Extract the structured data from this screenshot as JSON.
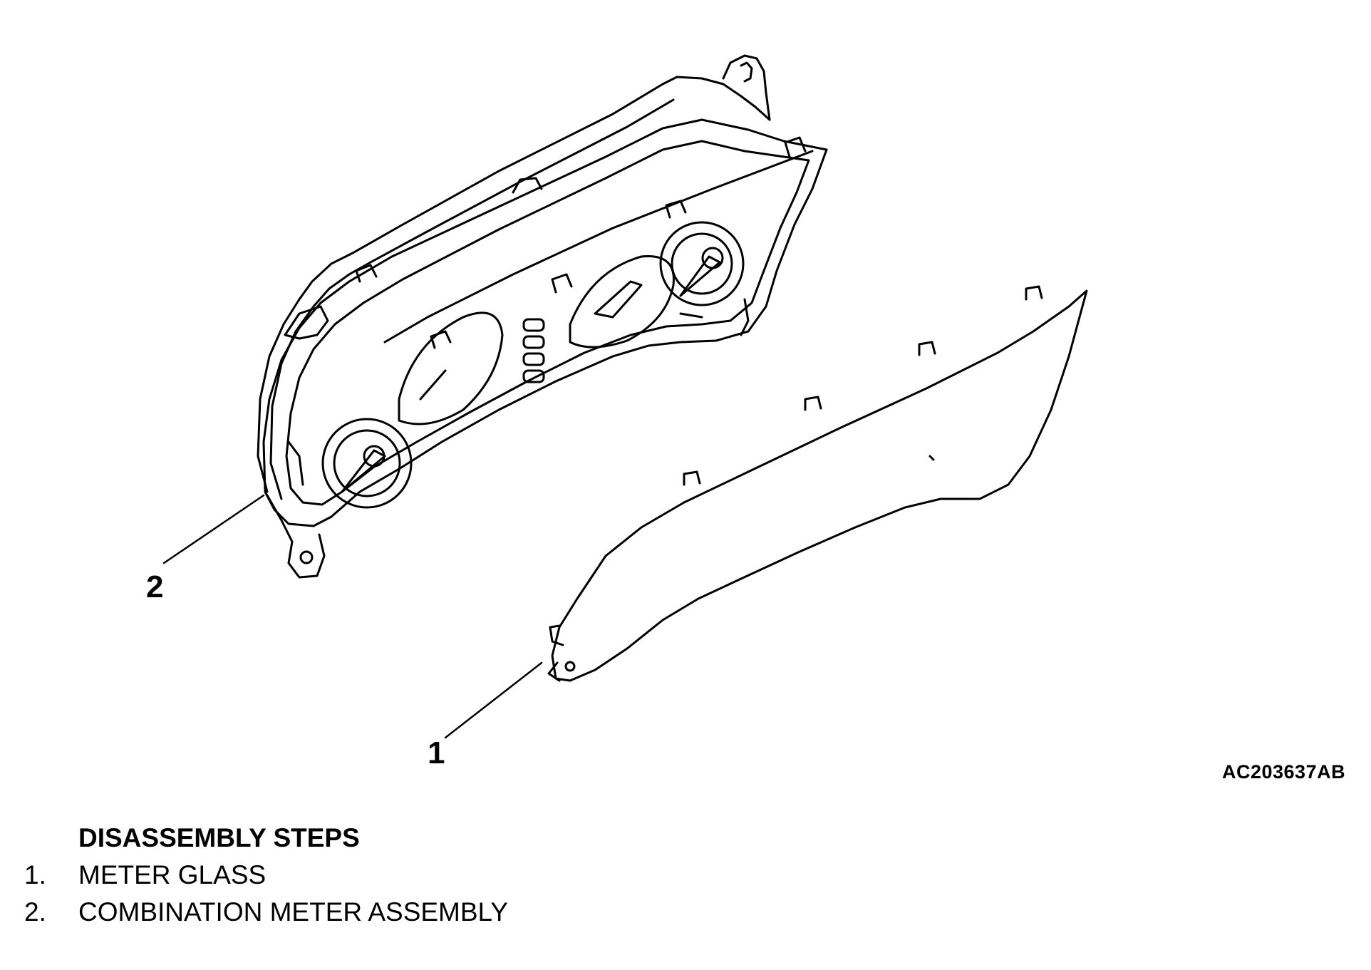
{
  "figure": {
    "callouts": {
      "one": "1",
      "two": "2"
    },
    "illustration_code": "AC203637AB"
  },
  "steps": {
    "heading": "DISASSEMBLY STEPS",
    "items": [
      {
        "num": "1.",
        "label": "METER GLASS"
      },
      {
        "num": "2.",
        "label": "COMBINATION METER ASSEMBLY"
      }
    ]
  }
}
